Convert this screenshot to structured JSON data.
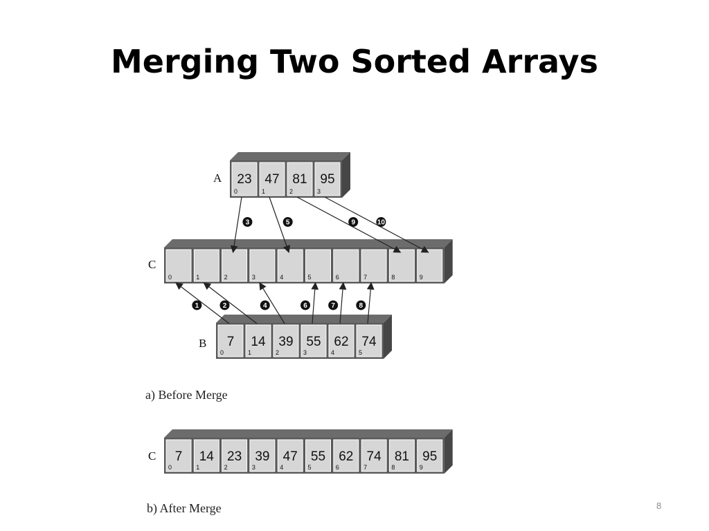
{
  "slide": {
    "title": "Merging Two Sorted Arrays",
    "page_number": "8"
  },
  "diagram": {
    "before": {
      "caption": "a) Before Merge",
      "arrays": {
        "A": {
          "label": "A",
          "values": [
            "23",
            "47",
            "81",
            "95"
          ],
          "indices": [
            "0",
            "1",
            "2",
            "3"
          ]
        },
        "C": {
          "label": "C",
          "values": [
            "",
            "",
            "",
            "",
            "",
            "",
            "",
            "",
            "",
            ""
          ],
          "indices": [
            "0",
            "1",
            "2",
            "3",
            "4",
            "5",
            "6",
            "7",
            "8",
            "9"
          ]
        },
        "B": {
          "label": "B",
          "values": [
            "7",
            "14",
            "39",
            "55",
            "62",
            "74"
          ],
          "indices": [
            "0",
            "1",
            "2",
            "3",
            "4",
            "5"
          ]
        }
      },
      "steps": [
        {
          "label": "1",
          "from": "B",
          "from_index": 0,
          "to_index": 0
        },
        {
          "label": "2",
          "from": "B",
          "from_index": 1,
          "to_index": 1
        },
        {
          "label": "3",
          "from": "A",
          "from_index": 0,
          "to_index": 2
        },
        {
          "label": "4",
          "from": "B",
          "from_index": 2,
          "to_index": 3
        },
        {
          "label": "5",
          "from": "A",
          "from_index": 1,
          "to_index": 4
        },
        {
          "label": "6",
          "from": "B",
          "from_index": 3,
          "to_index": 5
        },
        {
          "label": "7",
          "from": "B",
          "from_index": 4,
          "to_index": 6
        },
        {
          "label": "8",
          "from": "B",
          "from_index": 5,
          "to_index": 7
        },
        {
          "label": "9",
          "from": "A",
          "from_index": 2,
          "to_index": 8
        },
        {
          "label": "10",
          "from": "A",
          "from_index": 3,
          "to_index": 9
        }
      ]
    },
    "after": {
      "caption": "b) After Merge",
      "arrays": {
        "C": {
          "label": "C",
          "values": [
            "7",
            "14",
            "23",
            "39",
            "47",
            "55",
            "62",
            "74",
            "81",
            "95"
          ],
          "indices": [
            "0",
            "1",
            "2",
            "3",
            "4",
            "5",
            "6",
            "7",
            "8",
            "9"
          ]
        }
      }
    }
  },
  "colors": {
    "array_body": "#595959",
    "cell_fill": "#d6d6d6",
    "arrow": "#222222",
    "step_badge": "#111111"
  }
}
